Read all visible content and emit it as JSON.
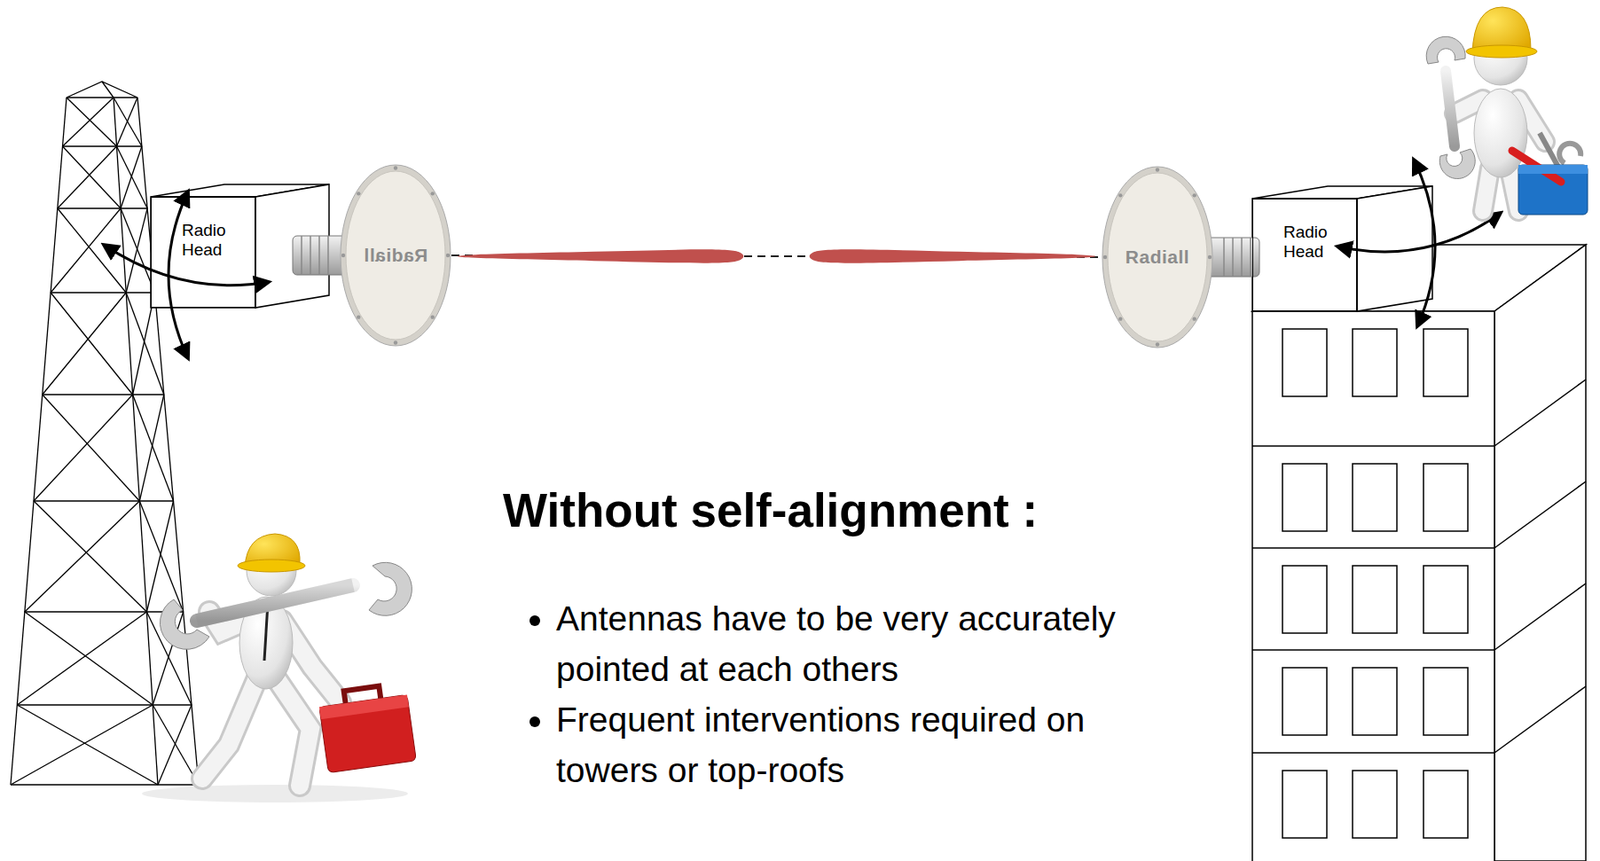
{
  "diagram": {
    "title": "Without self-alignment :",
    "nodes": [
      {
        "text": [
          "Radio Head"
        ]
      },
      {
        "text": [
          "Radiall"
        ]
      },
      {
        "text": [
          "Radiall"
        ]
      },
      {
        "text": [
          "Radio Head"
        ]
      }
    ],
    "edges": [
      {
        "from": 1,
        "to": 2,
        "arrow": "none"
      }
    ],
    "labels": [
      "Antennas have to be very accurately pointed at each others",
      "Frequent interventions required on towers or top-roofs"
    ]
  }
}
